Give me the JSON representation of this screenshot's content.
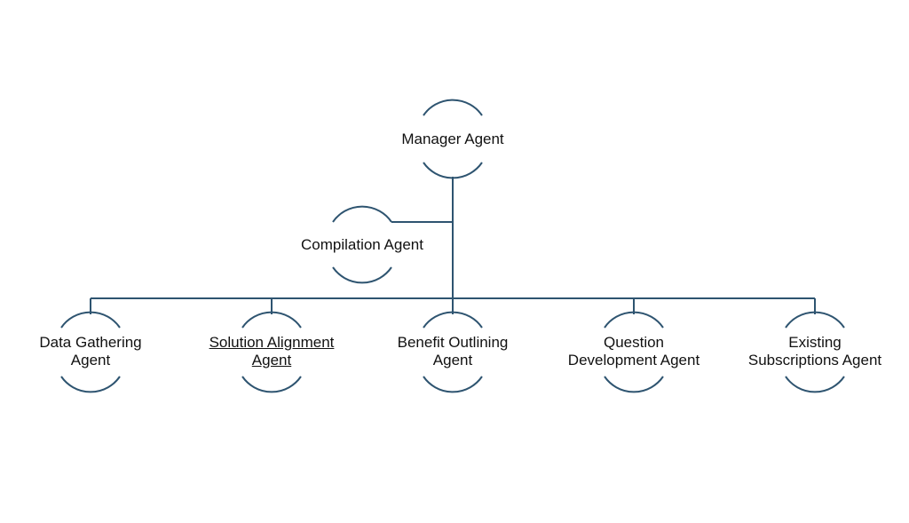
{
  "colors": {
    "line": "#2e5470",
    "text": "#111111",
    "background": "#ffffff"
  },
  "manager": {
    "label": "Manager Agent"
  },
  "compilation": {
    "label": "Compilation Agent"
  },
  "workers": [
    {
      "line1": "Data Gathering",
      "line2": "Agent",
      "underlined": false
    },
    {
      "line1": "Solution Alignment",
      "line2": "Agent",
      "underlined": true
    },
    {
      "line1": "Benefit Outlining",
      "line2": "Agent",
      "underlined": false
    },
    {
      "line1": "Question",
      "line2": "Development Agent",
      "underlined": false
    },
    {
      "line1": "Existing",
      "line2": "Subscriptions Agent",
      "underlined": false
    }
  ]
}
